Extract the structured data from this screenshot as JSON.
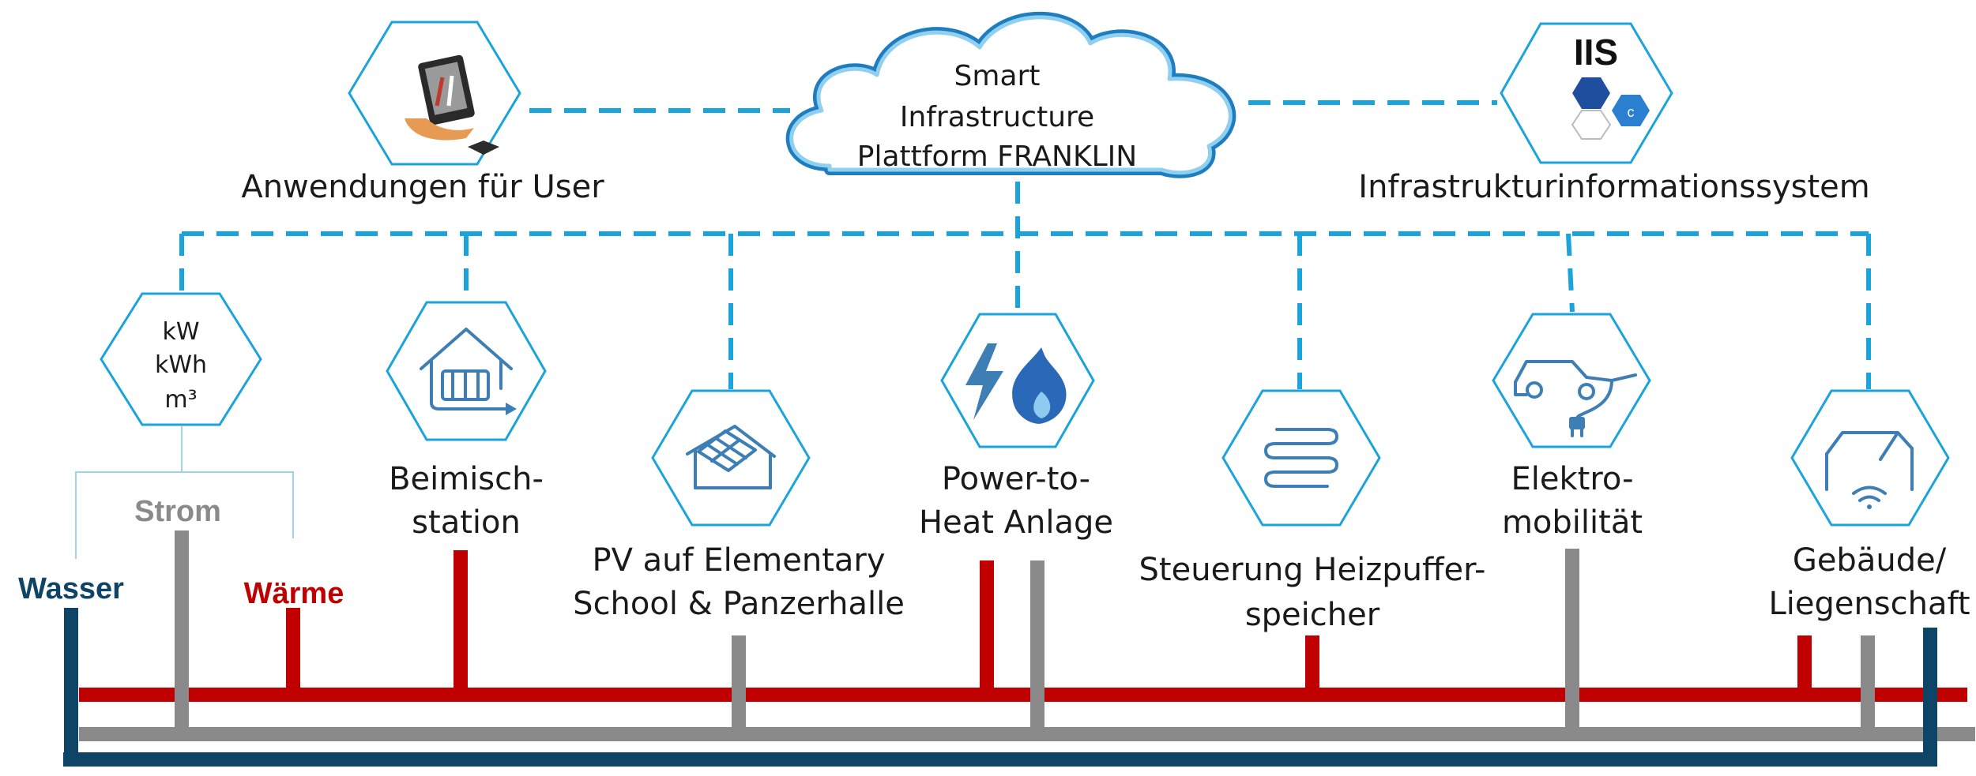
{
  "cloud": {
    "line1": "Smart",
    "line2": "Infrastructure",
    "line3": "Plattform FRANKLIN"
  },
  "apps": {
    "label": "Anwendungen für User",
    "icon": "tablet-in-hand-icon"
  },
  "iis": {
    "title": "IIS",
    "label": "Infrastrukturinformationssystem",
    "icon": "hexagon-cluster-icon"
  },
  "meter": {
    "line1": "kW",
    "line2": "kWh",
    "line3": "m³"
  },
  "nodes": {
    "beimisch": {
      "line1": "Beimisch-",
      "line2": "station",
      "icon": "house-radiator-icon"
    },
    "pv": {
      "line1": "PV  auf Elementary",
      "line2": "School & Panzerhalle",
      "icon": "solar-roof-icon"
    },
    "p2h": {
      "line1": "Power-to-",
      "line2": "Heat Anlage",
      "icon": "lightning-flame-icon"
    },
    "speicher": {
      "line1": "Steuerung Heizpuffer-",
      "line2": "speicher",
      "icon": "heat-coil-icon"
    },
    "emob": {
      "line1": "Elektro-",
      "line2": "mobilität",
      "icon": "car-plug-icon"
    },
    "gebaeude": {
      "line1": "Gebäude/",
      "line2": "Liegenschaft",
      "icon": "building-wifi-icon"
    }
  },
  "pipes": {
    "strom": "Strom",
    "waerme": "Wärme",
    "wasser": "Wasser"
  },
  "colors": {
    "link": "#1ba3dc",
    "heat": "#c00000",
    "power": "#8a8a8a",
    "water": "#0e4566",
    "icon": "#3d7fb5"
  }
}
